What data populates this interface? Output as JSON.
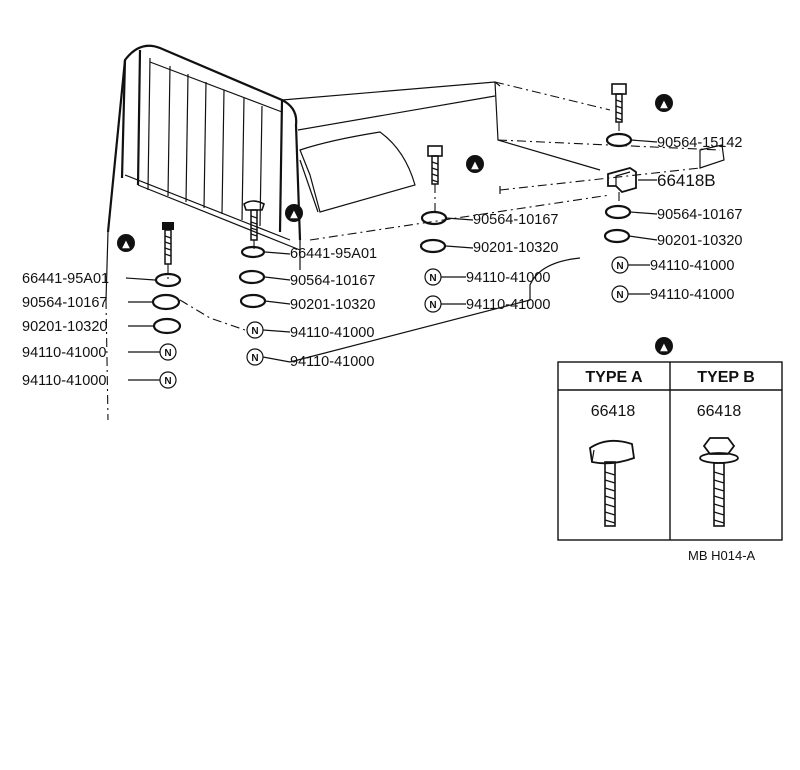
{
  "marker_symbol": "▲",
  "nut_symbol": "N",
  "callouts": {
    "g1_clip": "66441-95A01",
    "g1_washer": "90564-10167",
    "g1_washer2": "90201-10320",
    "g1_nut1": "94110-41000",
    "g1_nut2": "94110-41000",
    "g2_clip": "66441-95A01",
    "g2_washer": "90564-10167",
    "g2_washer2": "90201-10320",
    "g2_nut1": "94110-41000",
    "g2_nut2": "94110-41000",
    "g3_washer": "90564-10167",
    "g3_washer2": "90201-10320",
    "g3_nut1": "94110-41000",
    "g3_nut2": "94110-41000",
    "g4_top_washer": "90564-15142",
    "g4_bracket": "66418B",
    "g4_washer": "90564-10167",
    "g4_washer2": "90201-10320",
    "g4_nut1": "94110-41000",
    "g4_nut2": "94110-41000"
  },
  "bolt_table": {
    "col_a_header": "TYPE A",
    "col_b_header": "TYEP B",
    "col_a_part": "66418",
    "col_b_part": "66418"
  },
  "drawing_code": "MB H014-A",
  "colors": {
    "ink": "#111111",
    "background": "#ffffff"
  }
}
